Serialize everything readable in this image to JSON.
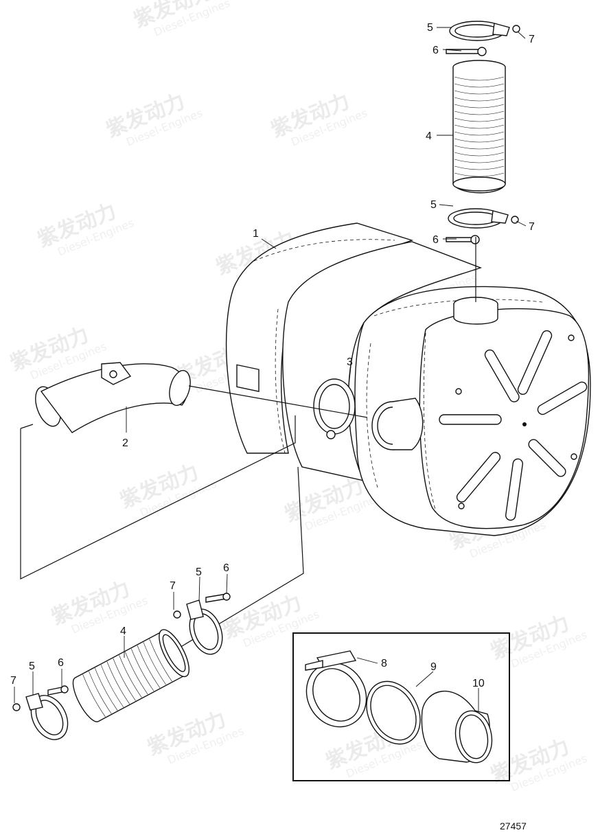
{
  "watermark": {
    "brand": "紫发动力",
    "sub": "Diesel-Engines"
  },
  "callouts": {
    "c1": "1",
    "c2": "2",
    "c3": "3",
    "c4_top": "4",
    "c5_top_a": "5",
    "c6_top_a": "6",
    "c7_top_a": "7",
    "c5_top_b": "5",
    "c6_top_b": "6",
    "c7_top_b": "7",
    "c7_mid": "7",
    "c5_mid": "5",
    "c6_mid": "6",
    "c4_bottom": "4",
    "c7_low": "7",
    "c5_low": "5",
    "c6_low": "6",
    "c8": "8",
    "c9": "9",
    "c10": "10"
  },
  "reference_number": "27457"
}
